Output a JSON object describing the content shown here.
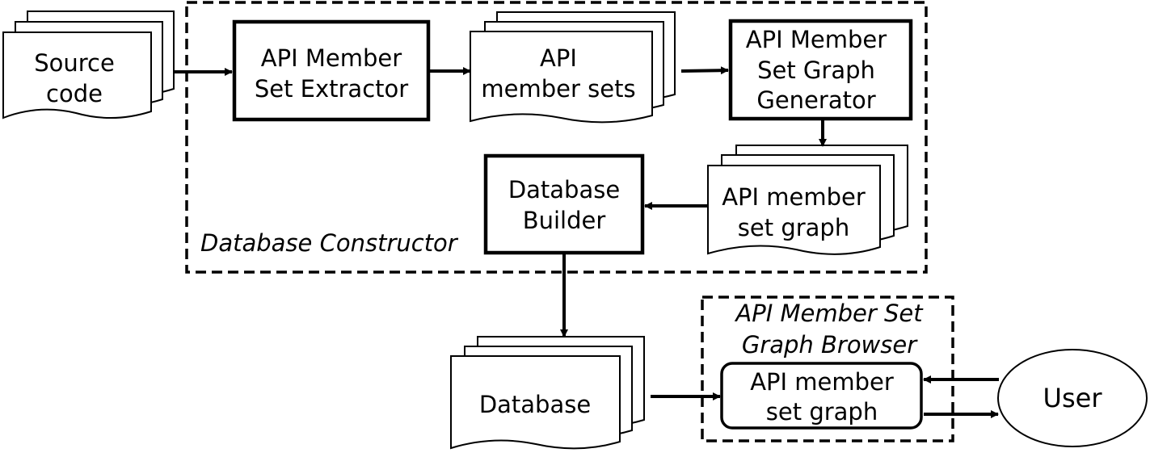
{
  "diagram": {
    "source_code": [
      "Source",
      "code"
    ],
    "extractor": [
      "API Member",
      "Set Extractor"
    ],
    "member_sets": [
      "API",
      "member sets"
    ],
    "graph_generator": [
      "API Member",
      "Set Graph",
      "Generator"
    ],
    "member_set_graph": [
      "API member",
      "set graph"
    ],
    "database_builder": [
      "Database",
      "Builder"
    ],
    "database_constructor": "Database Constructor",
    "database": "Database",
    "browser_title": [
      "API Member Set",
      "Graph Browser"
    ],
    "browser_graph": [
      "API member",
      "set graph"
    ],
    "user": "User"
  }
}
